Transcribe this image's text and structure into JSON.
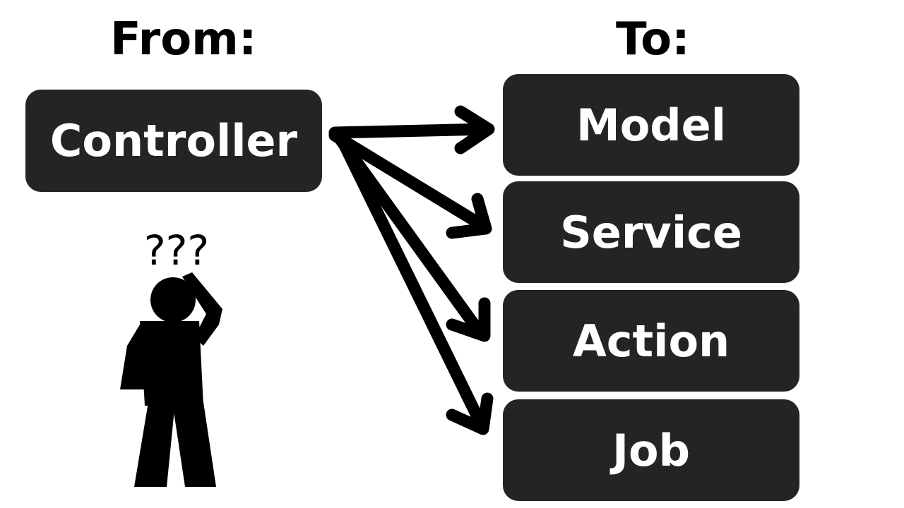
{
  "from_label": "From:",
  "to_label": "To:",
  "source": "Controller",
  "targets": [
    "Model",
    "Service",
    "Action",
    "Job"
  ],
  "question_marks": "???",
  "icons": [
    "confused-person-icon",
    "arrow-right-icon"
  ],
  "colors": {
    "box_fill": "#242424",
    "box_text": "#ffffff",
    "ink": "#000000",
    "background": "#ffffff"
  }
}
